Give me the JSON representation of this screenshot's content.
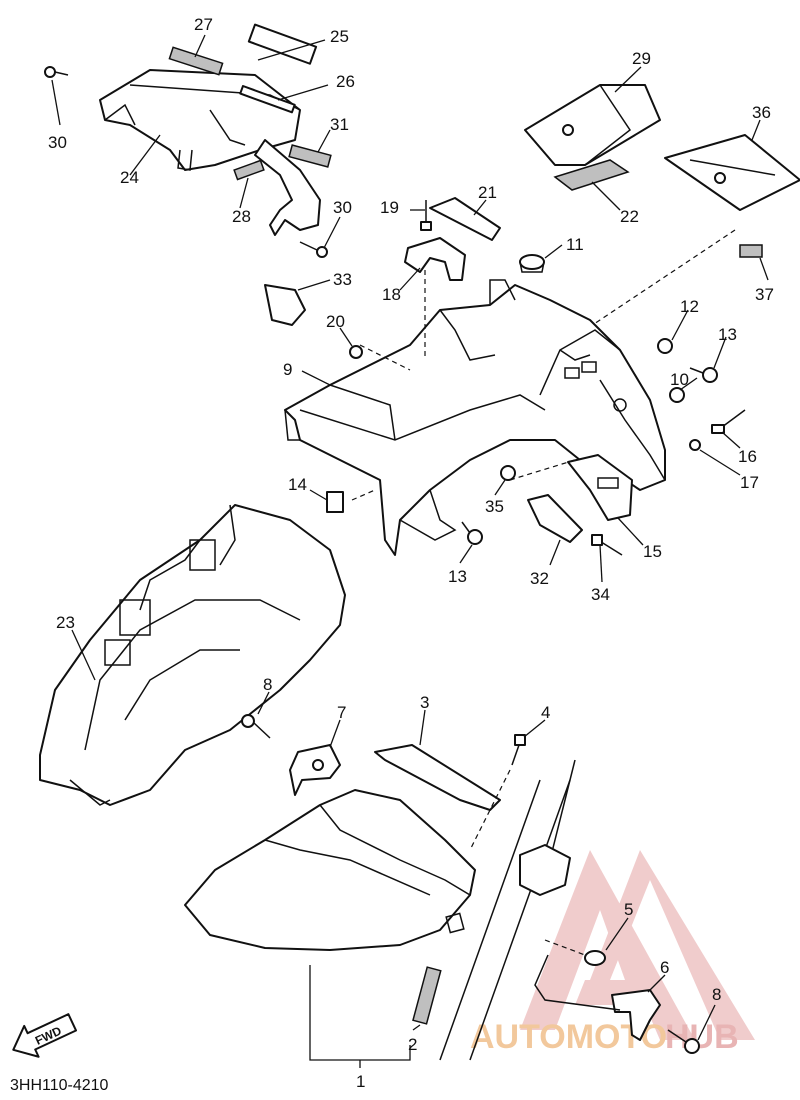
{
  "diagram": {
    "part_numbers": [
      "27",
      "25",
      "26",
      "30",
      "24",
      "31",
      "28",
      "30",
      "29",
      "36",
      "22",
      "37",
      "19",
      "21",
      "11",
      "18",
      "33",
      "20",
      "12",
      "13",
      "9",
      "10",
      "16",
      "17",
      "14",
      "35",
      "15",
      "13",
      "32",
      "34",
      "23",
      "8",
      "7",
      "3",
      "4",
      "5",
      "6",
      "8",
      "2",
      "1"
    ],
    "drawing_code": "3HH110-4210",
    "fwd_label": "FWD",
    "watermark": {
      "part1": "AUTOMOTO",
      "part2": "HUB",
      "color1": "#f3c9a0",
      "color2": "#e8b3b3"
    }
  }
}
